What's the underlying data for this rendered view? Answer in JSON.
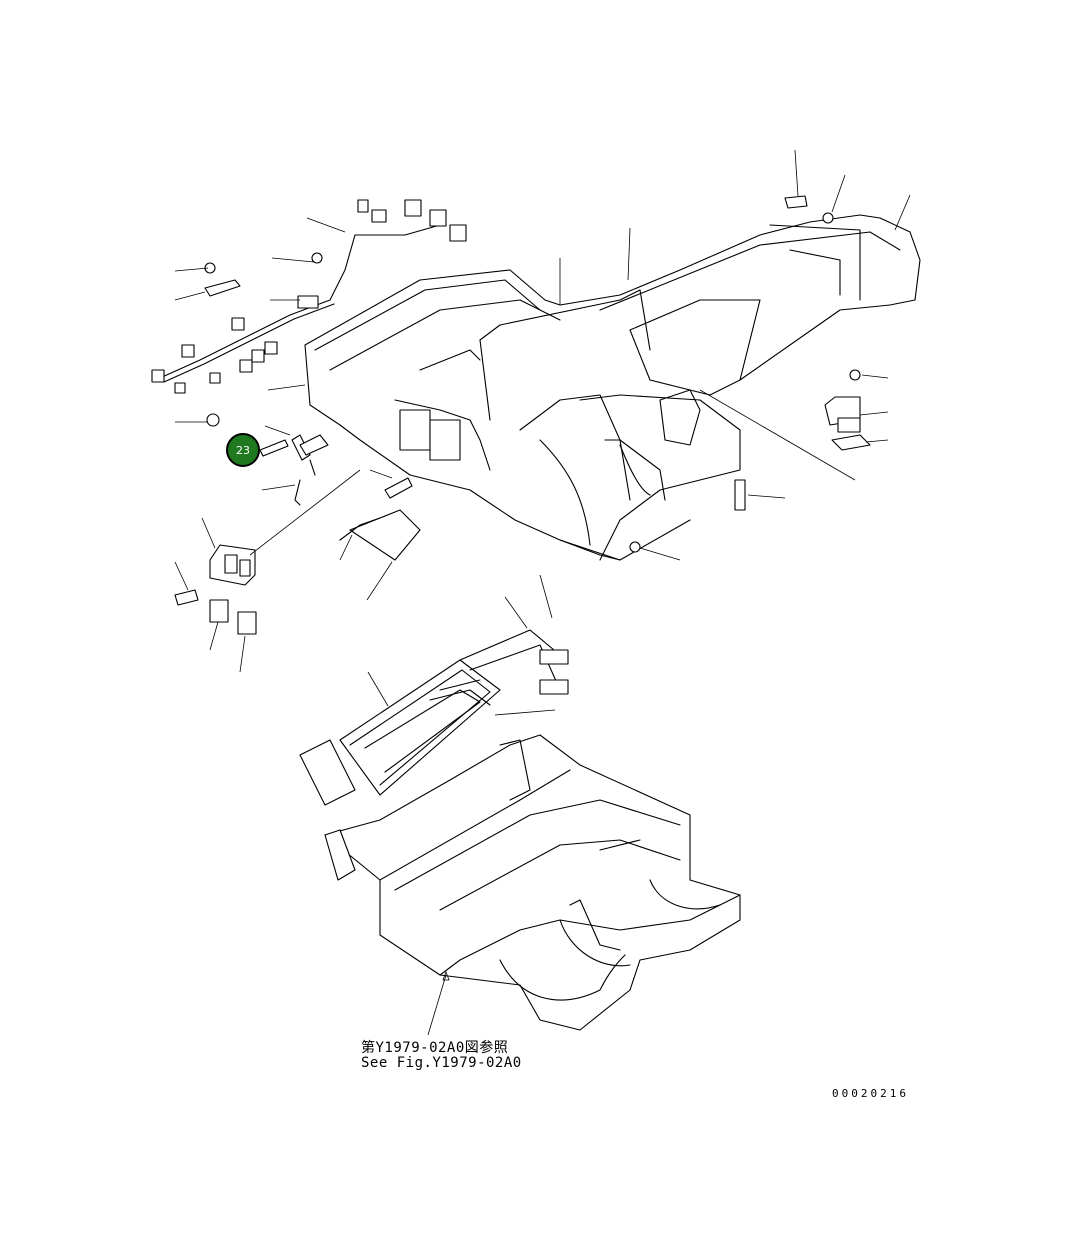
{
  "diagram": {
    "callout": {
      "number": "23",
      "color": "#1f7a1f"
    },
    "reference_text": {
      "line_jp": "第Y1979-02A0図参照",
      "line_en": "See Fig.Y1979-02A0"
    },
    "drawing_code": "00020216"
  }
}
